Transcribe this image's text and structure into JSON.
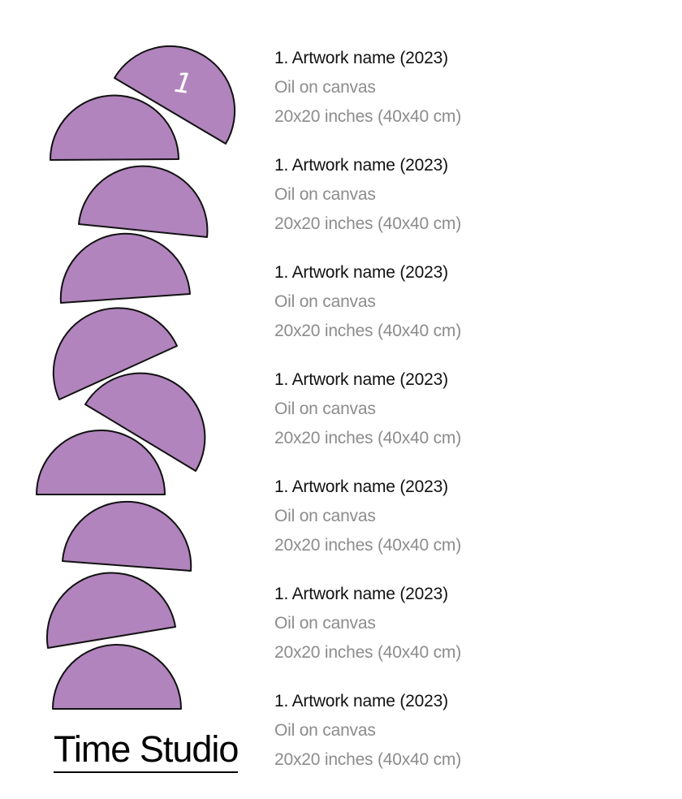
{
  "artwork": {
    "fill_color": "#b184bd",
    "stroke_color": "#111111",
    "badge_number": "1",
    "badge_color": "#ffffff"
  },
  "items": [
    {
      "title": "1. Artwork name (2023)",
      "medium": "Oil on canvas",
      "size": "20x20 inches (40x40 cm)"
    },
    {
      "title": "1. Artwork name (2023)",
      "medium": "Oil on canvas",
      "size": "20x20 inches (40x40 cm)"
    },
    {
      "title": "1. Artwork name (2023)",
      "medium": "Oil on canvas",
      "size": "20x20 inches (40x40 cm)"
    },
    {
      "title": "1. Artwork name (2023)",
      "medium": "Oil on canvas",
      "size": "20x20 inches (40x40 cm)"
    },
    {
      "title": "1. Artwork name (2023)",
      "medium": "Oil on canvas",
      "size": "20x20 inches (40x40 cm)"
    },
    {
      "title": "1. Artwork name (2023)",
      "medium": "Oil on canvas",
      "size": "20x20 inches (40x40 cm)"
    },
    {
      "title": "1. Artwork name (2023)",
      "medium": "Oil on canvas",
      "size": "20x20 inches (40x40 cm)"
    }
  ],
  "studio": {
    "name": "Time Studio"
  }
}
